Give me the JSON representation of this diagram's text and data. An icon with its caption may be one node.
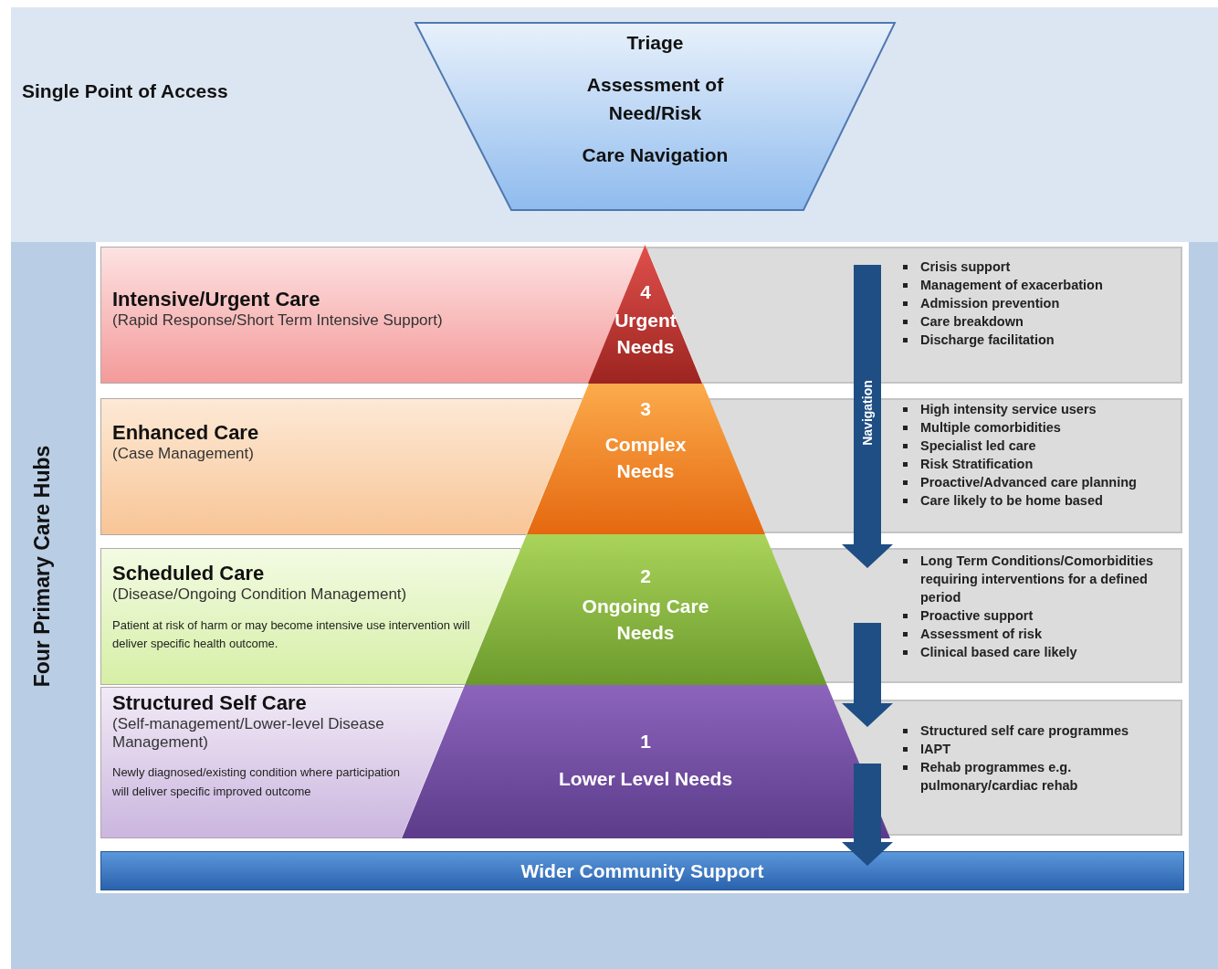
{
  "diagram": {
    "nodes": [
      {
        "text": [
          "Triage",
          "Assessment of Need/Risk",
          "Care Navigation"
        ]
      },
      {
        "text": [
          "Intensive/Urgent Care",
          "(Rapid Response/Short Term Intensive Support)"
        ]
      },
      {
        "text": [
          "4",
          "Urgent Needs"
        ]
      },
      {
        "text": [
          "Crisis support",
          "Management of exacerbation",
          "Admission prevention",
          "Care breakdown",
          "Discharge facilitation"
        ]
      },
      {
        "text": [
          "Enhanced Care",
          "(Case Management)"
        ]
      },
      {
        "text": [
          "3",
          "Complex Needs"
        ]
      },
      {
        "text": [
          "High intensity service users",
          "Multiple comorbidities",
          "Specialist led care",
          "Risk Stratification",
          "Proactive/Advanced care planning",
          "Care likely to be home based"
        ]
      },
      {
        "text": [
          "Scheduled Care",
          "(Disease/Ongoing Condition Management)",
          "Patient at risk of harm or may become intensive use intervention will deliver specific health outcome."
        ]
      },
      {
        "text": [
          "2",
          "Ongoing Care Needs"
        ]
      },
      {
        "text": [
          "Long Term Conditions/Comorbidities requiring interventions for a defined period",
          "Proactive support",
          "Assessment of risk",
          "Clinical based care likely"
        ]
      },
      {
        "text": [
          "Structured Self Care",
          "(Self-management/Lower-level Disease Management)",
          "Newly diagnosed/existing condition where participation will deliver specific improved outcome"
        ]
      },
      {
        "text": [
          "1",
          "Lower Level Needs"
        ]
      },
      {
        "text": [
          "Structured self care programmes",
          "IAPT",
          "Rehab programmes e.g. pulmonary/cardiac rehab"
        ]
      },
      {
        "text": [
          "Wider Community Support"
        ]
      }
    ],
    "edges": [
      {
        "from": 3,
        "to": 9,
        "arrow": "to",
        "label": "Navigation"
      },
      {
        "from": 9,
        "to": 12,
        "arrow": "to"
      },
      {
        "from": 12,
        "to": 13,
        "arrow": "to"
      }
    ],
    "labels": [
      "Single Point of Access",
      "Four Primary Care Hubs"
    ]
  }
}
